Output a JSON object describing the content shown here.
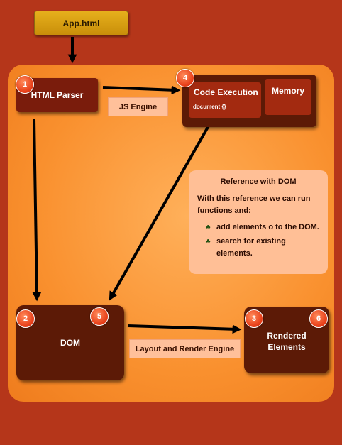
{
  "file": "App.html",
  "html_parser": {
    "label": "HTML Parser",
    "badge": "1"
  },
  "js_engine_label": "JS Engine",
  "code_execution": {
    "title": "Code Execution",
    "subtitle": "document {}",
    "badge": "4"
  },
  "memory": "Memory",
  "dom": {
    "label": "DOM",
    "badges": [
      "2",
      "5"
    ]
  },
  "layout_engine_label": "Layout and Render Engine",
  "rendered": {
    "label": "Rendered Elements",
    "badges": [
      "3",
      "6"
    ]
  },
  "reference": {
    "title": "Reference with DOM",
    "intro": "With this reference we can run functions and:",
    "items": [
      "add elements o to the DOM.",
      "search for existing elements."
    ],
    "bullet": "♣"
  },
  "colors": {
    "background": "#b5361a",
    "panel": "#f9902e",
    "dark_box": "#5c1a06",
    "badge": "#e8401a"
  }
}
